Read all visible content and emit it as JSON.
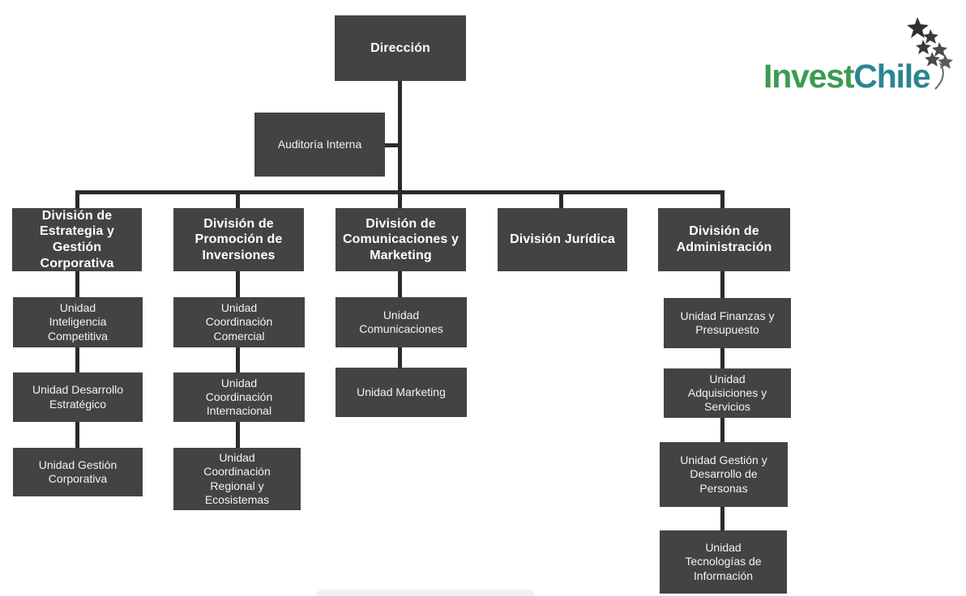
{
  "org_chart": {
    "director": {
      "label": "Dirección"
    },
    "audit": {
      "label": "Auditoría Interna"
    },
    "divisions": [
      {
        "id": "estrategia",
        "label": "División de\nEstrategia y Gestión\nCorporativa"
      },
      {
        "id": "promocion",
        "label": "División de\nPromoción de\nInversiones"
      },
      {
        "id": "comunicaciones",
        "label": "División de\nComunicaciones y\nMarketing"
      },
      {
        "id": "juridica",
        "label": "División Jurídica"
      },
      {
        "id": "administracion",
        "label": "División de\nAdministración"
      }
    ],
    "units": {
      "estrategia": [
        "Unidad\nInteligencia\nCompetitiva",
        "Unidad Desarrollo\nEstratégico",
        "Unidad Gestión\nCorporativa"
      ],
      "promocion": [
        "Unidad\nCoordinación\nComercial",
        "Unidad\nCoordinación\nInternacional",
        "Unidad\nCoordinación\nRegional y\nEcosistemas"
      ],
      "comunicaciones": [
        "Unidad\nComunicaciones",
        "Unidad Marketing"
      ],
      "administracion": [
        "Unidad Finanzas y\nPresupuesto",
        "Unidad\nAdquisiciones y\nServicios",
        "Unidad Gestión y\nDesarrollo de\nPersonas",
        "Unidad\nTecnologías de\nInformación"
      ]
    }
  },
  "logo": {
    "part1": "Invest",
    "part2": "Chile",
    "color1": "#3b9b53",
    "color2": "#2a8591"
  },
  "colors": {
    "box_fill": "#434343",
    "connector": "#2b2b2b",
    "text": "#ffffff"
  }
}
